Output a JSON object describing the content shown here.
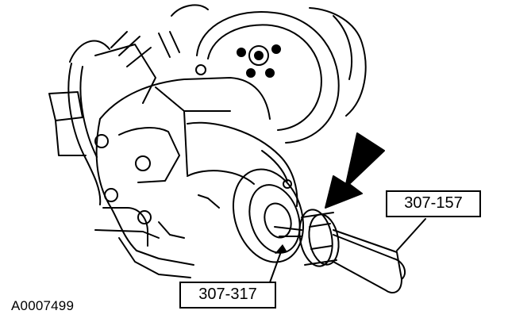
{
  "illustration": {
    "subject": "transmission-housing-with-seal-installer",
    "colors": {
      "line": "#000000",
      "background": "#ffffff"
    }
  },
  "callouts": {
    "tool_primary": "307-157",
    "tool_secondary": "307-317"
  },
  "figure_ref": "A0007499"
}
